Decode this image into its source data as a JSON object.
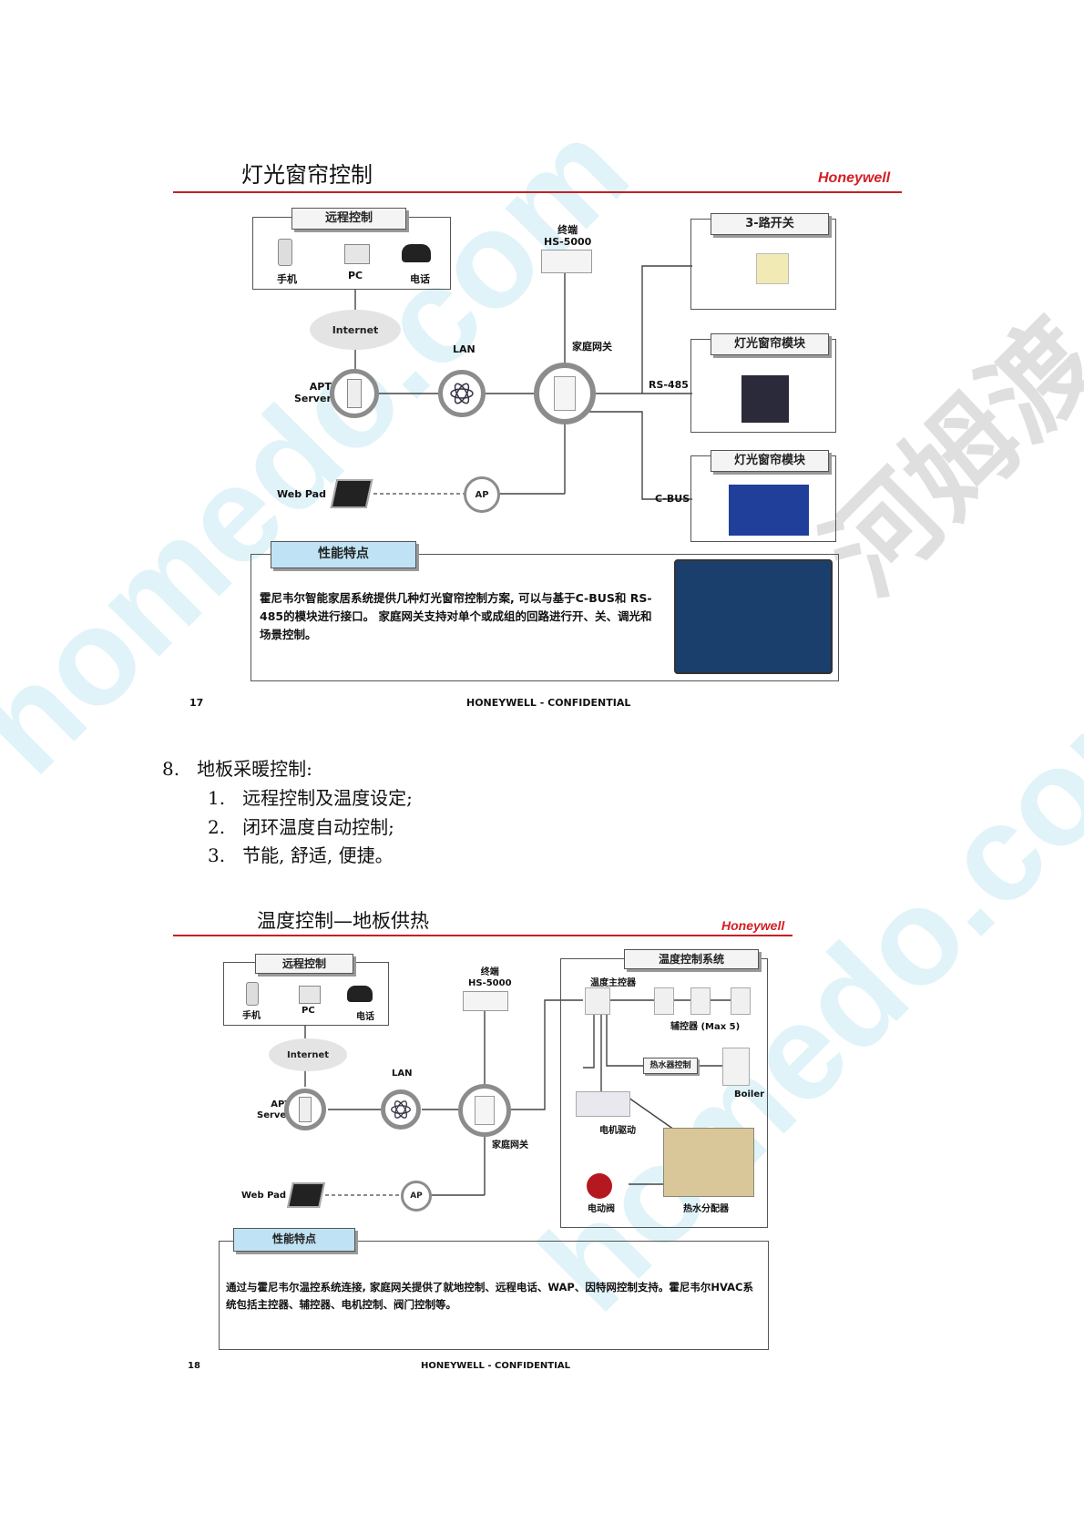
{
  "slide1": {
    "title": "灯光窗帘控制",
    "brand": "Honeywell",
    "remote_tab": "远程控制",
    "devices": {
      "phone": "手机",
      "pc": "PC",
      "tel": "电话"
    },
    "terminal": {
      "line1": "终端",
      "line2": "HS-5000"
    },
    "internet": "Internet",
    "lan": "LAN",
    "apt_server": {
      "line1": "APT",
      "line2": "Server"
    },
    "gateway": "家庭网关",
    "rs485": "RS-485",
    "cbus": "C-BUS",
    "web_pad": "Web Pad",
    "ap": "AP",
    "switch_tab": "3-路开关",
    "module_tab_1": "灯光窗帘模块",
    "module_tab_2": "灯光窗帘模块",
    "features_tab": "性能特点",
    "description": "霍尼韦尔智能家居系统提供几种灯光窗帘控制方案, 可以与基于C-BUS和 RS-485的模块进行接口。 家庭网关支持对单个或成组的回路进行开、关、调光和场景控制。",
    "page_no": "17",
    "footer": "HONEYWELL - CONFIDENTIAL"
  },
  "section": {
    "heading_no": "8.",
    "heading": "地板采暖控制:",
    "items": [
      {
        "no": "1.",
        "text": "远程控制及温度设定;"
      },
      {
        "no": "2.",
        "text": "闭环温度自动控制;"
      },
      {
        "no": "3.",
        "text": "节能, 舒适, 便捷。"
      }
    ]
  },
  "slide2": {
    "title": "温度控制—地板供热",
    "brand": "Honeywell",
    "remote_tab": "远程控制",
    "devices": {
      "phone": "手机",
      "pc": "PC",
      "tel": "电话"
    },
    "terminal": {
      "line1": "终端",
      "line2": "HS-5000"
    },
    "internet": "Internet",
    "lan": "LAN",
    "apt_server": {
      "line1": "APT",
      "line2": "Server"
    },
    "gateway": "家庭网关",
    "web_pad": "Web Pad",
    "ap": "AP",
    "system_tab": "温度控制系统",
    "main_ctrl": "温度主控器",
    "aux_ctrl": "辅控器 (Max 5)",
    "boiler_ctrl": "热水器控制",
    "boiler": "Boiler",
    "motor": "电机驱动",
    "valve": "电动阀",
    "manifold": "热水分配器",
    "features_tab": "性能特点",
    "description": "通过与霍尼韦尔温控系统连接, 家庭网关提供了就地控制、远程电话、WAP、因特网控制支持。霍尼韦尔HVAC系统包括主控器、辅控器、电机控制、阀门控制等。",
    "page_no": "18",
    "footer": "HONEYWELL - CONFIDENTIAL"
  },
  "watermarks": [
    "homedo.com",
    "homedo.com",
    "河姆渡"
  ]
}
